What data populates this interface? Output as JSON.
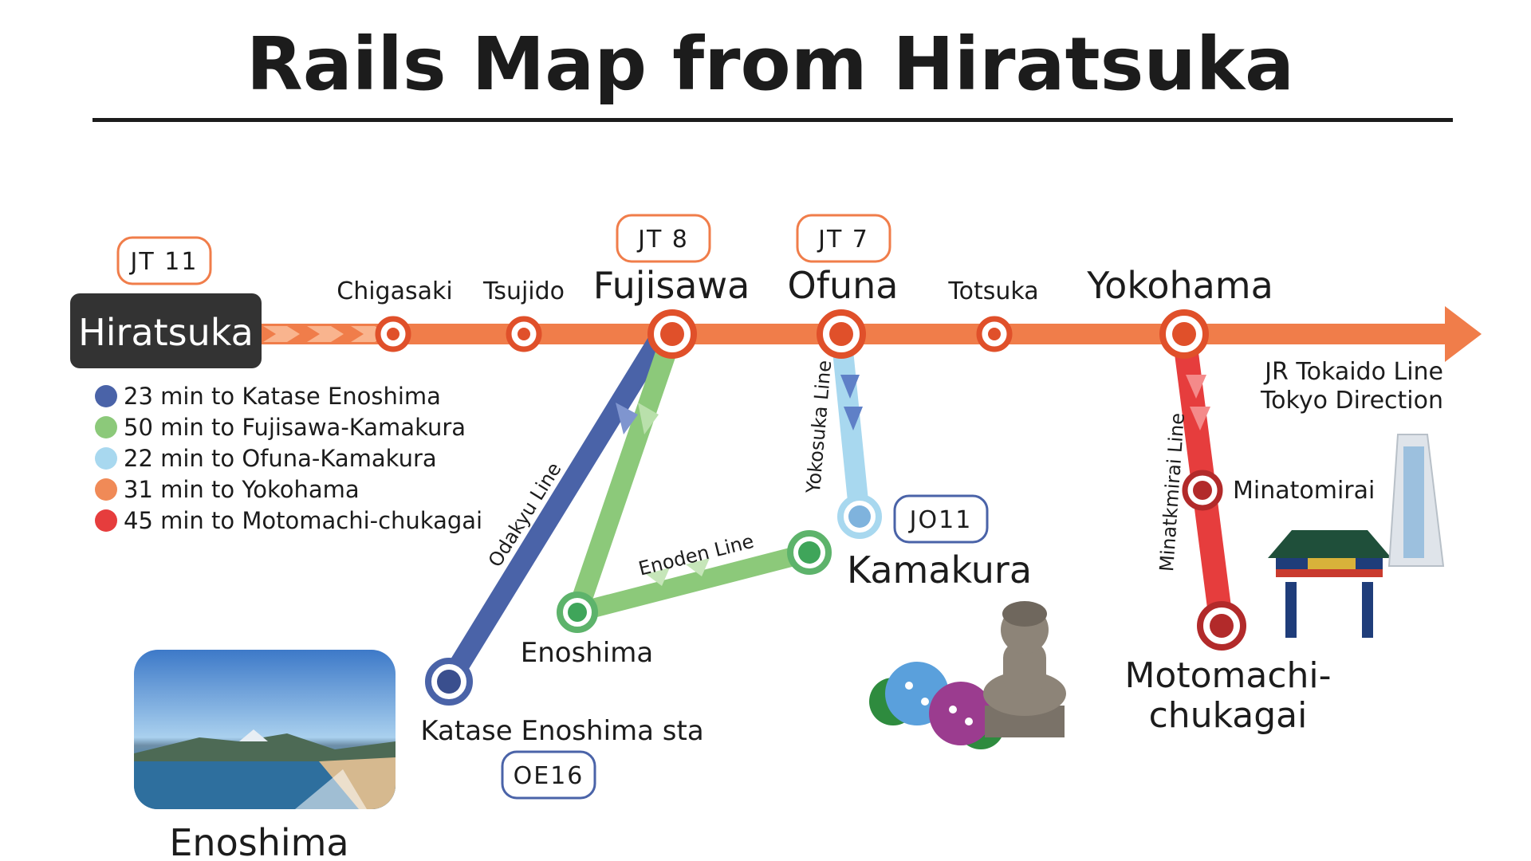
{
  "title": "Rails Map from Hiratsuka",
  "origin": {
    "name": "Hiratsuka",
    "code": "JT 11"
  },
  "stations": {
    "chigasaki": "Chigasaki",
    "tsujido": "Tsujido",
    "fujisawa": "Fujisawa",
    "ofuna": "Ofuna",
    "totsuka": "Totsuka",
    "yokohama": "Yokohama",
    "kamakura": "Kamakura",
    "enoshima": "Enoshima",
    "katase": "Katase Enoshima sta",
    "minatomirai": "Minatomirai",
    "motomachi_1": "Motomachi-",
    "motomachi_2": "chukagai"
  },
  "codes": {
    "fujisawa": "JT 8",
    "ofuna": "JT 7",
    "kamakura": "JO11",
    "katase": "OE16"
  },
  "lines": {
    "odakyu": "Odakyu Line",
    "enoden": "Enoden Line",
    "yokosuka": "Yokosuka Line",
    "minatomirai": "Minatkmirai Line",
    "tokaido_1": "JR Tokaido Line",
    "tokaido_2": "Tokyo Direction"
  },
  "legend": [
    {
      "text": "23 min to Katase Enoshima",
      "color": "#4a63a8"
    },
    {
      "text": "50 min to Fujisawa-Kamakura",
      "color": "#8cc97a"
    },
    {
      "text": "22 min to Ofuna-Kamakura",
      "color": "#a8d8ef"
    },
    {
      "text": "31 min to Yokohama",
      "color": "#f08a57"
    },
    {
      "text": "45 min to Motomachi-chukagai",
      "color": "#e63d3d"
    }
  ],
  "photo_caption": "Enoshima",
  "colors": {
    "tokaido": "#f07d4a",
    "odakyu": "#4a63a8",
    "enoden": "#8cc97a",
    "yokosuka": "#a8d8ef",
    "minatomirai": "#e63d3d",
    "station_ring": "#e0502a"
  },
  "icons": [
    "great-buddha-icon",
    "hydrangea-icon",
    "chinatown-gate-icon",
    "landmark-tower-icon",
    "enoshima-photo"
  ]
}
